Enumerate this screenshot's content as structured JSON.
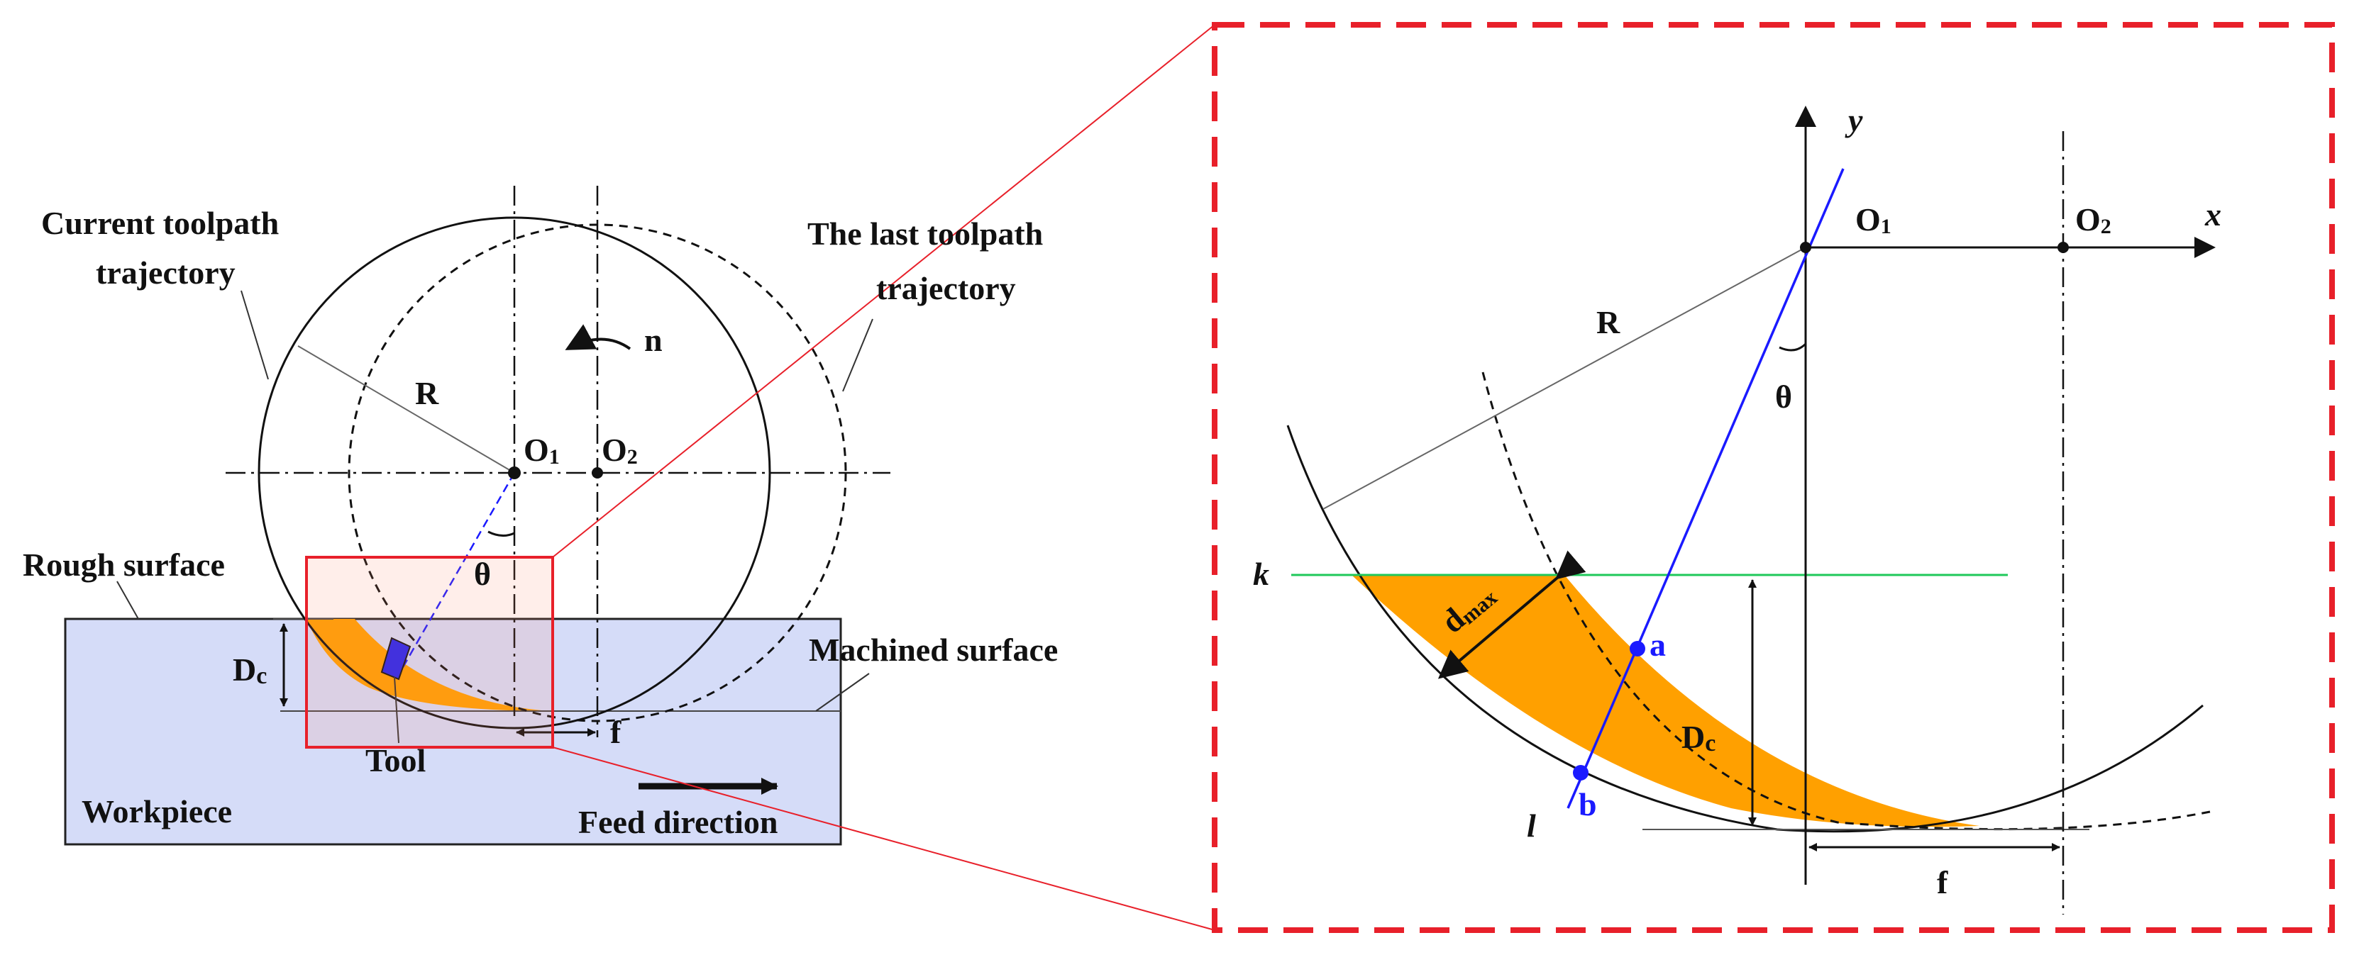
{
  "left": {
    "current_toolpath_line1": "Current toolpath",
    "current_toolpath_line2": "trajectory",
    "last_toolpath_line1": "The last toolpath",
    "last_toolpath_line2": "trajectory",
    "radius": "R",
    "rotation": "n",
    "center1": "O",
    "center1_sub": "1",
    "center2": "O",
    "center2_sub": "2",
    "angle": "θ",
    "rough_surface": "Rough surface",
    "machined_surface": "Machined surface",
    "cut_depth": "D",
    "cut_depth_sub": "c",
    "tool": "Tool",
    "feed": "f",
    "workpiece": "Workpiece",
    "feed_direction": "Feed direction"
  },
  "right": {
    "axis_y": "y",
    "axis_x": "x",
    "center1": "O",
    "center1_sub": "1",
    "center2": "O",
    "center2_sub": "2",
    "radius": "R",
    "angle": "θ",
    "line_k": "k",
    "max_thickness": "d",
    "max_thickness_sub": "max",
    "point_a": "a",
    "point_b": "b",
    "line_l": "l",
    "cut_depth": "D",
    "cut_depth_sub": "c",
    "feed": "f"
  },
  "colors": {
    "chip": "#ffa000",
    "workpiece": "#d5dcf8",
    "zoom_box": "#e8202a",
    "cut_line_k": "#1fc85a",
    "line_l": "#1a1aff",
    "tool": "#2424f0"
  }
}
